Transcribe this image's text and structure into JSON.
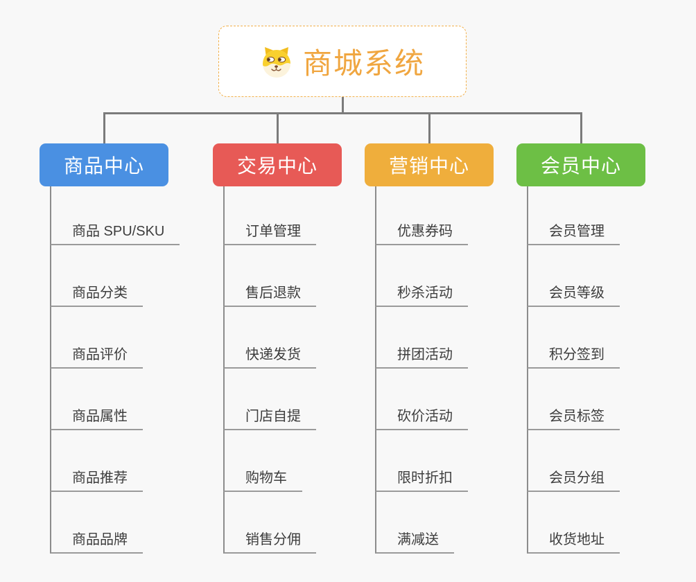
{
  "app": {
    "title": "商城系统"
  },
  "colors": {
    "background": "#f8f8f8",
    "root_accent": "#f0a640",
    "root_border": "#f2b04a",
    "connector": "#7b7b7b",
    "underline": "#9a9a9a",
    "child_text": "#3d3d3d",
    "branch_blue": "#4a90e2",
    "branch_red": "#e75a56",
    "branch_orange": "#efae3c",
    "branch_green": "#6dbf45"
  },
  "tree": {
    "root": {
      "label": "商城系统",
      "icon": "dog-icon"
    },
    "branches": [
      {
        "label": "商品中心",
        "color": "#4a90e2",
        "children": [
          "商品 SPU/SKU",
          "商品分类",
          "商品评价",
          "商品属性",
          "商品推荐",
          "商品品牌"
        ]
      },
      {
        "label": "交易中心",
        "color": "#e75a56",
        "children": [
          "订单管理",
          "售后退款",
          "快递发货",
          "门店自提",
          "购物车",
          "销售分佣"
        ]
      },
      {
        "label": "营销中心",
        "color": "#efae3c",
        "children": [
          "优惠券码",
          "秒杀活动",
          "拼团活动",
          "砍价活动",
          "限时折扣",
          "满减送"
        ]
      },
      {
        "label": "会员中心",
        "color": "#6dbf45",
        "children": [
          "会员管理",
          "会员等级",
          "积分签到",
          "会员标签",
          "会员分组",
          "收货地址"
        ]
      }
    ]
  }
}
